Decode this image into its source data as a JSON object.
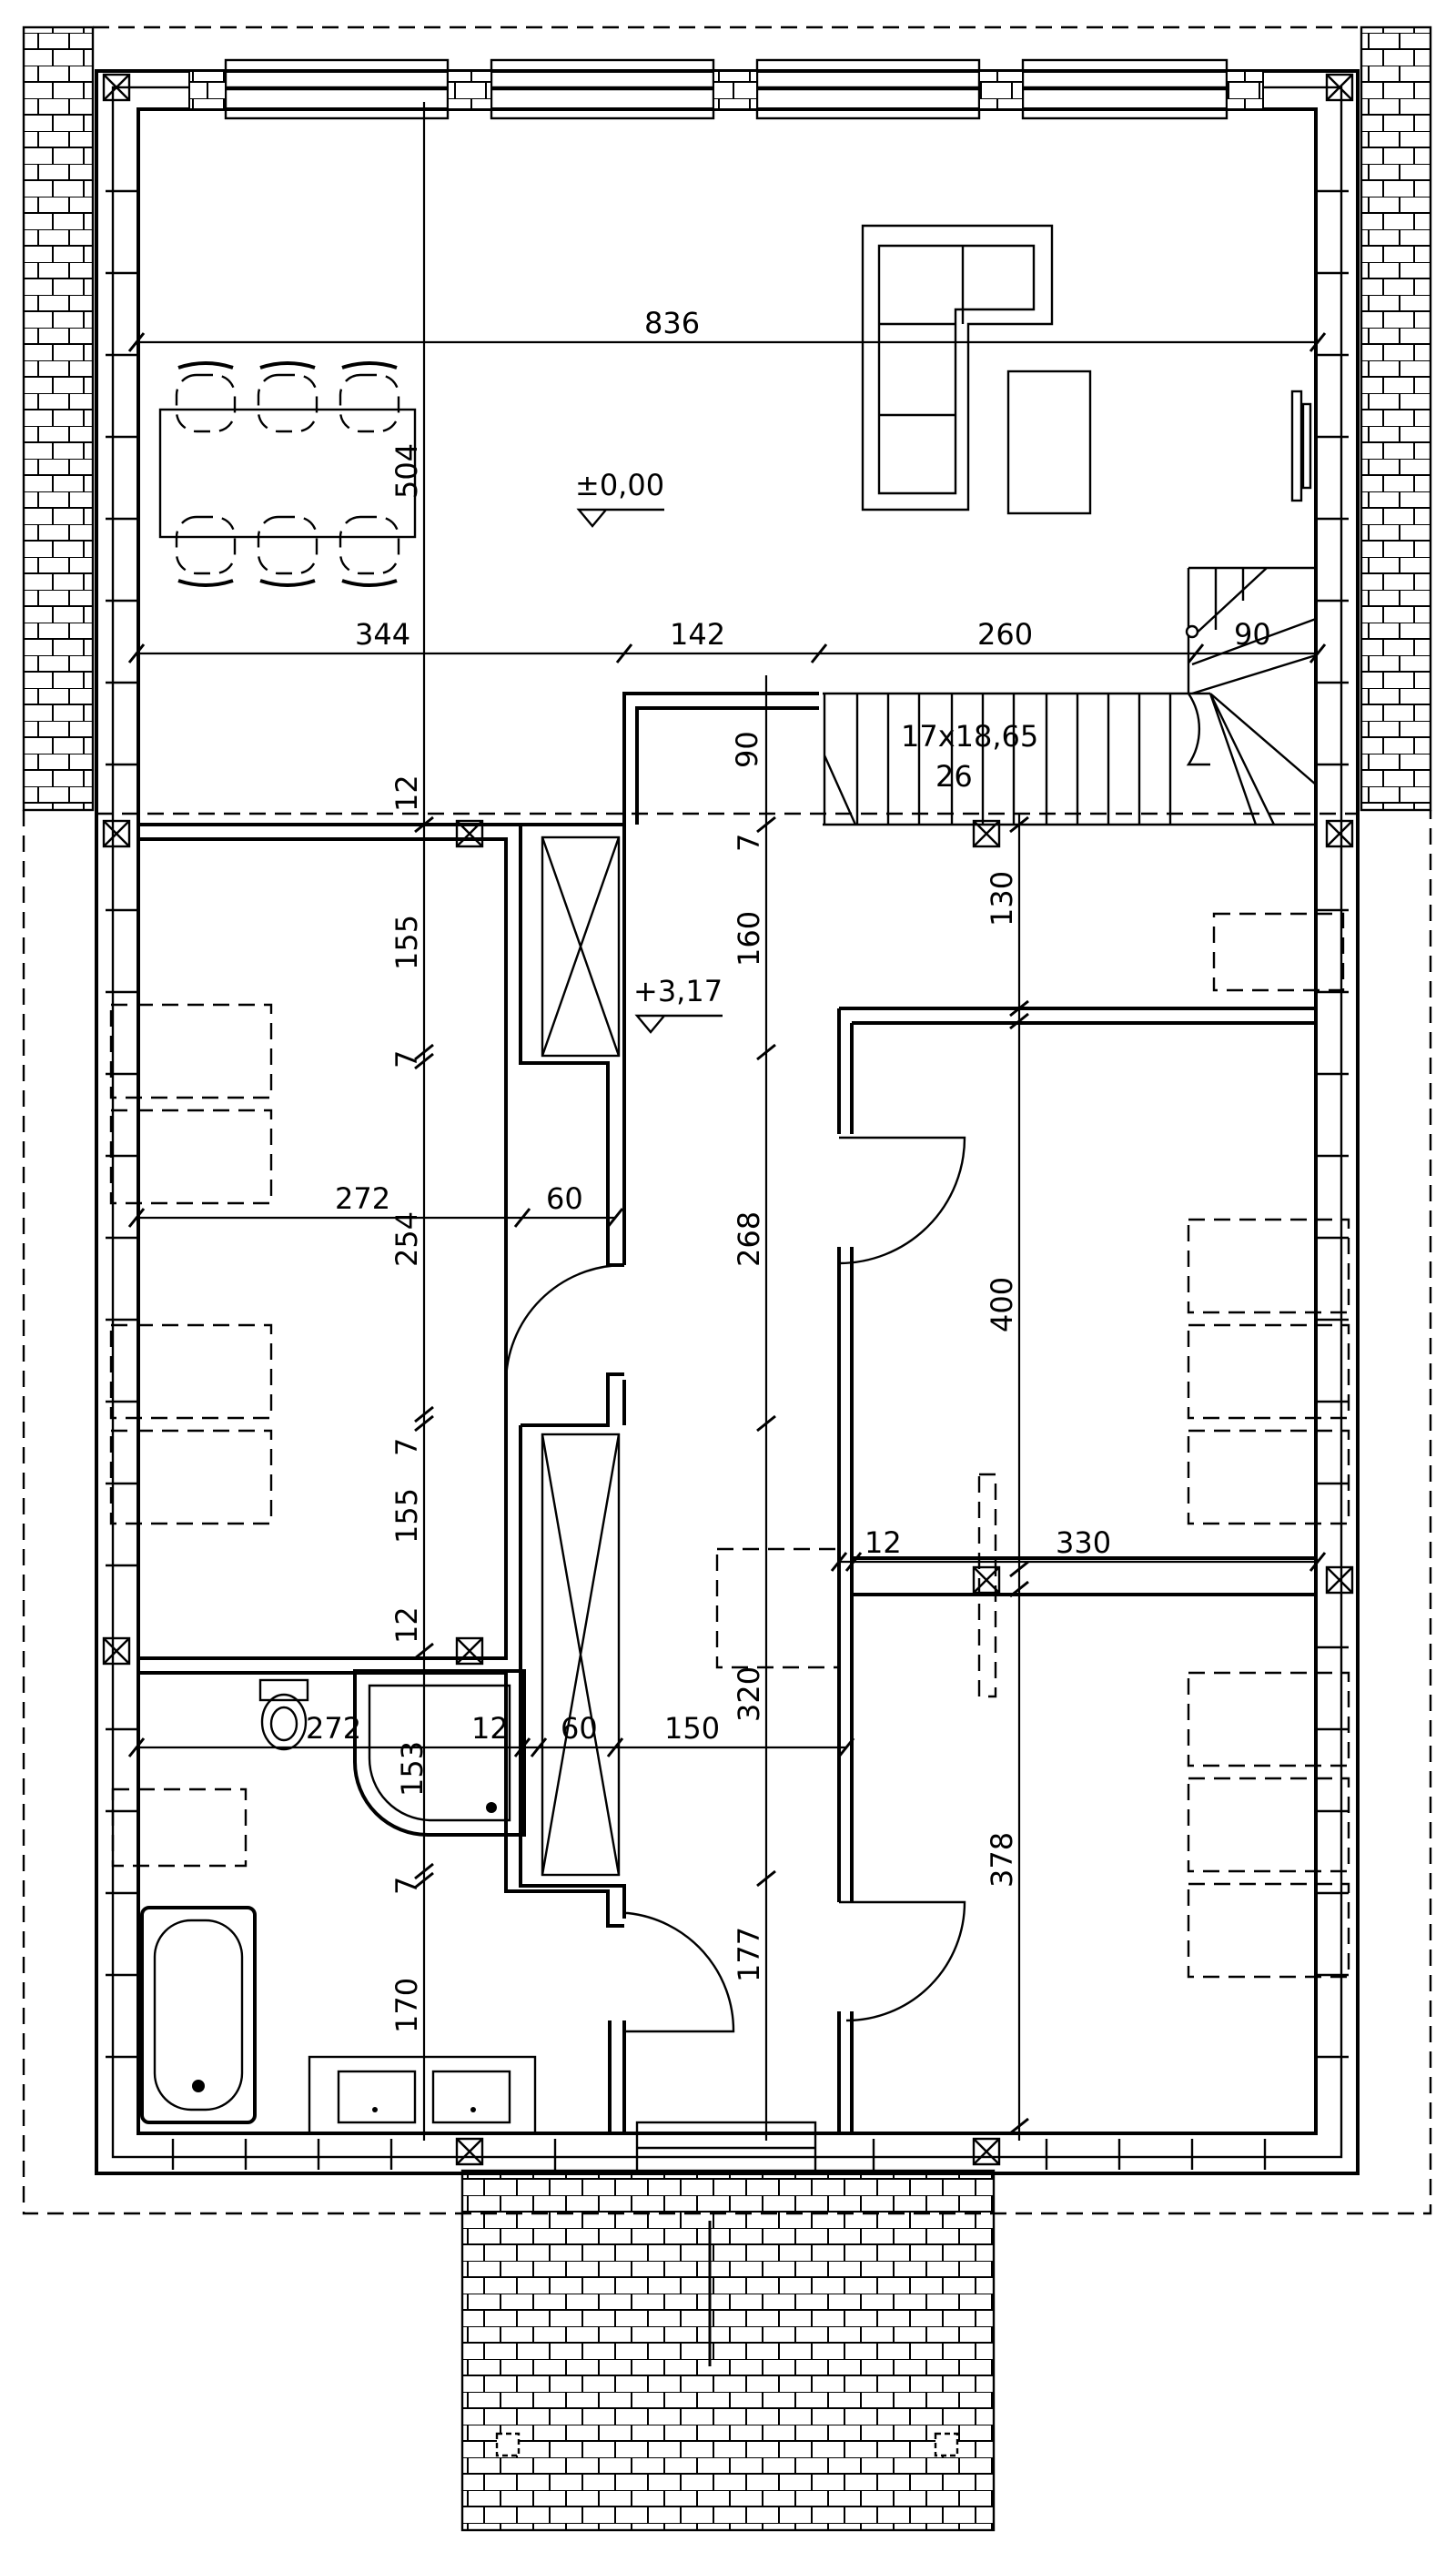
{
  "plan": {
    "dimensions": {
      "top_width": "836",
      "dining_depth": "504",
      "seg_344": "344",
      "seg_142": "142",
      "seg_260": "260",
      "seg_90_stair": "90",
      "stair_spec": "17x18,65",
      "stair_tread": "26",
      "stair_90_left": "90",
      "wall_12_a": "12",
      "wall_7_a": "7",
      "room_155_a": "155",
      "room_7_b": "7",
      "room_254": "254",
      "room_7_c": "7",
      "room_155_b": "155",
      "wall_12_b": "12",
      "bath_7": "7",
      "bath_170": "170",
      "hall_160": "160",
      "hall_268": "268",
      "hall_320": "320",
      "hall_177": "177",
      "right_130": "130",
      "right_400": "400",
      "right_378": "378",
      "seg_272_a": "272",
      "seg_60_a": "60",
      "seg_12_mid": "12",
      "seg_330": "330",
      "seg_272_b": "272",
      "seg_12_bath": "12",
      "seg_60_b": "60",
      "seg_150": "150",
      "shower_153": "153"
    },
    "levels": {
      "ground": "±0,00",
      "upper": "+3,17"
    }
  }
}
